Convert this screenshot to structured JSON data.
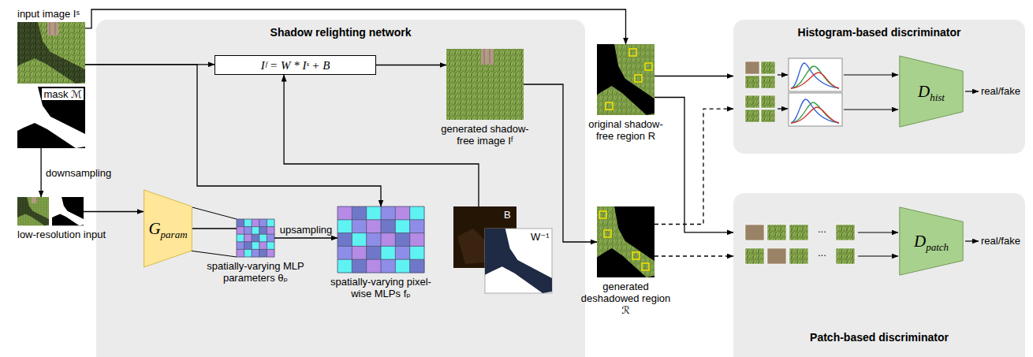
{
  "diagram": {
    "nodes": [
      {
        "text": [
          "input image Iˢ"
        ]
      },
      {
        "text": [
          "mask ℳ"
        ]
      },
      {
        "text": [
          "low-resolution input"
        ]
      },
      {
        "text": [
          "Shadow relighting network"
        ]
      },
      {
        "text": [
          "Iᶠ = W * Iˢ + B"
        ],
        "in": 3
      },
      {
        "text": [
          "generated shadow-free image Iᶠ"
        ],
        "in": 3
      },
      {
        "text": [
          "G",
          "param"
        ],
        "in": 3
      },
      {
        "text": [
          "spatially-varying MLP parameters θₚ"
        ],
        "in": 3
      },
      {
        "text": [
          "spatially-varying pixel-wise MLPs fₚ"
        ],
        "in": 3
      },
      {
        "text": [
          "B",
          "W⁻¹"
        ],
        "in": 3
      },
      {
        "text": [
          "original shadow-free region R"
        ]
      },
      {
        "text": [
          "generated deshadowed region ℛ"
        ]
      },
      {
        "text": [
          "Histogram-based discriminator"
        ]
      },
      {
        "text": [
          "D",
          "hist"
        ],
        "in": 12
      },
      {
        "text": [
          "Patch-based discriminator"
        ]
      },
      {
        "text": [
          "D",
          "patch"
        ],
        "in": 14
      }
    ],
    "edges": [
      {
        "from": 0,
        "to": 4,
        "arrow": "to"
      },
      {
        "from": 0,
        "to": 8,
        "arrow": "to"
      },
      {
        "from": 0,
        "to": 10,
        "arrow": "to"
      },
      {
        "from": 1,
        "to": 2,
        "label": "downsampling",
        "arrow": "to"
      },
      {
        "from": 2,
        "to": 6,
        "arrow": "to"
      },
      {
        "from": 6,
        "to": 7,
        "arrow": "none"
      },
      {
        "from": 7,
        "to": 8,
        "label": "upsampling",
        "arrow": "to"
      },
      {
        "from": 9,
        "to": 4,
        "arrow": "to"
      },
      {
        "from": 4,
        "to": 5,
        "arrow": "to"
      },
      {
        "from": 5,
        "to": 11,
        "arrow": "to"
      },
      {
        "from": 10,
        "to": 12,
        "arrow": "to"
      },
      {
        "from": 10,
        "to": 14,
        "arrow": "to"
      },
      {
        "from": 11,
        "to": 12,
        "arrow": "to"
      },
      {
        "from": 11,
        "to": 14,
        "arrow": "to"
      }
    ],
    "labels": [
      "real/fake",
      "real/fake",
      "...",
      "..."
    ]
  }
}
